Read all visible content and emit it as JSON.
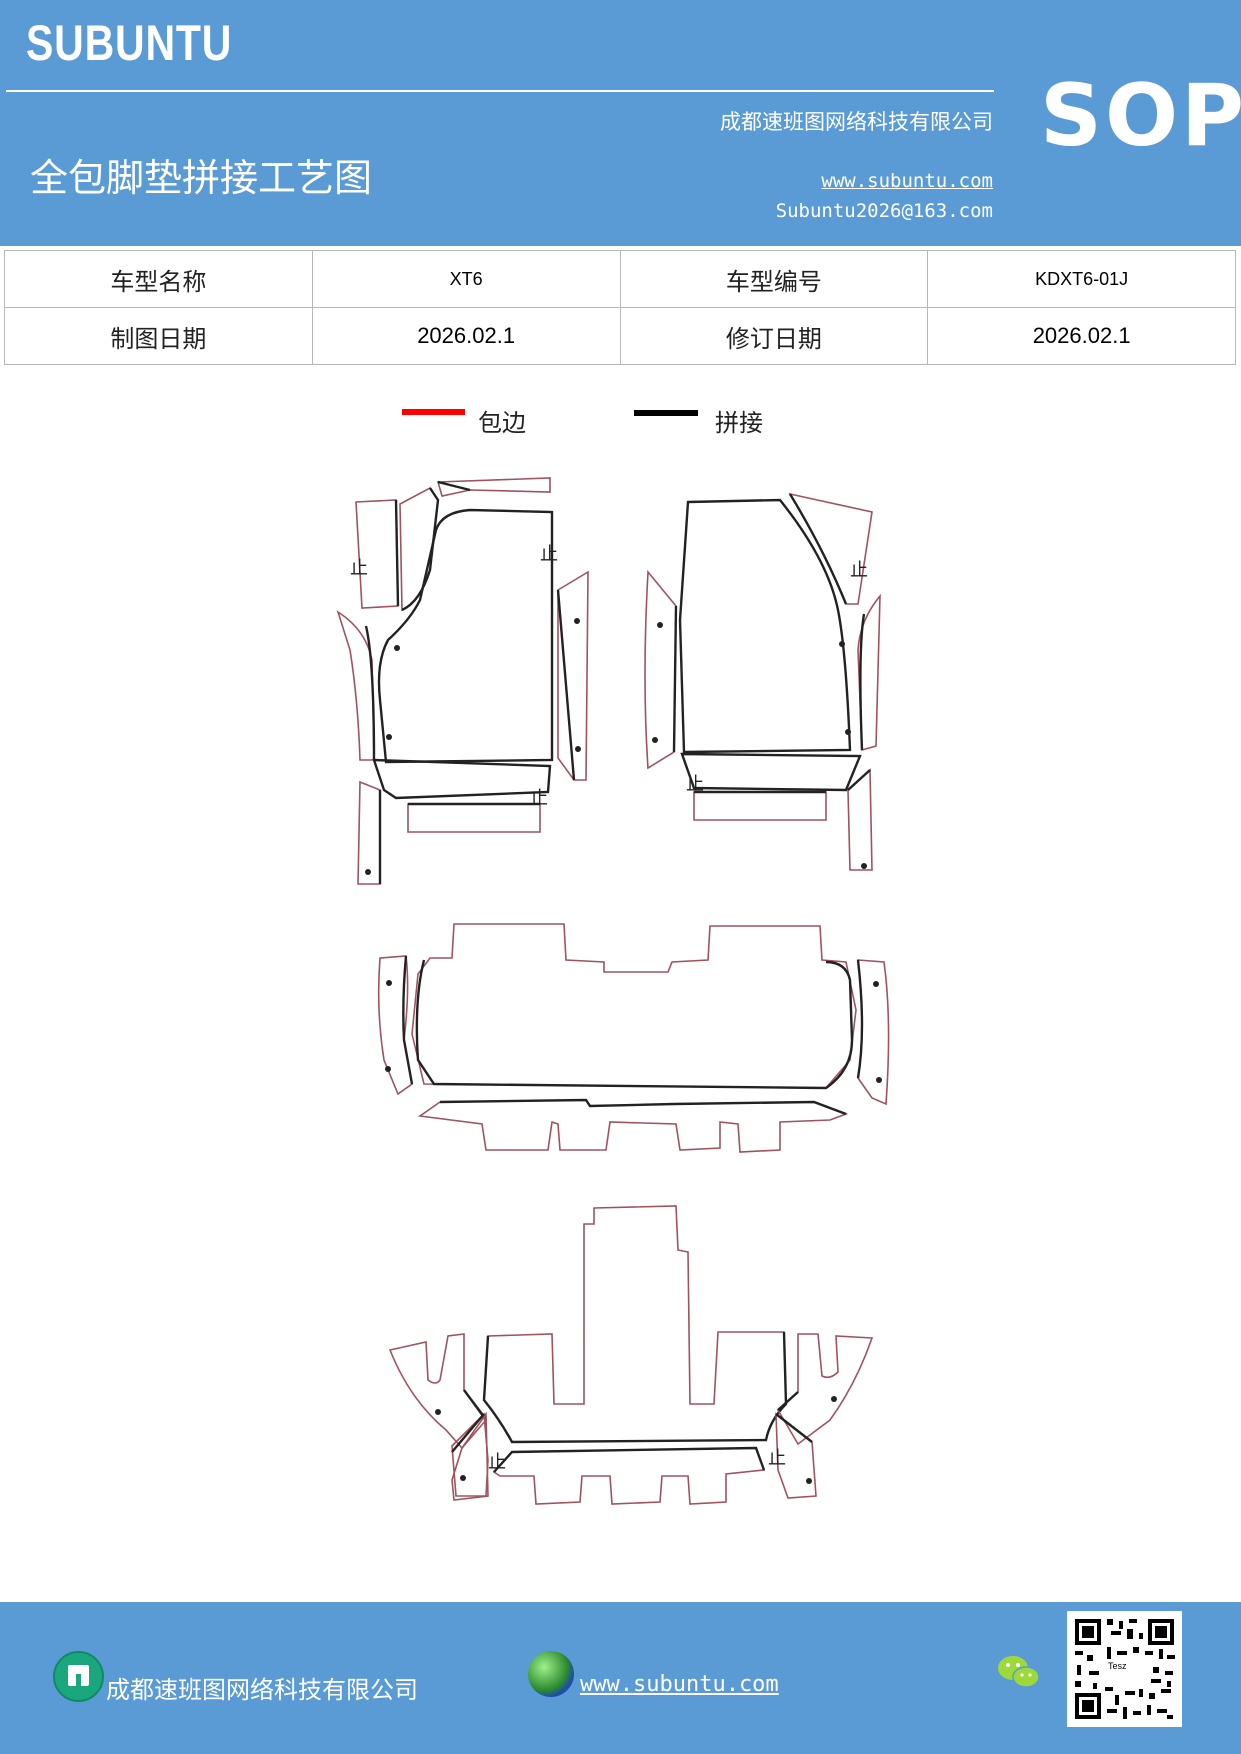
{
  "header": {
    "brand": "SUBUNTU",
    "sop": "SOP",
    "company": "成都速班图网络科技有限公司",
    "title": "全包脚垫拼接工艺图",
    "website": "www.subuntu.com",
    "email": "Subuntu2026@163.com"
  },
  "info_table": {
    "rows": [
      {
        "label1": "车型名称",
        "value1": "XT6",
        "label2": "车型编号",
        "value2": "KDXT6-01J"
      },
      {
        "label1": "制图日期",
        "value1": "2026.02.1",
        "label2": "修订日期",
        "value2": "2026.02.1"
      }
    ]
  },
  "legend": {
    "red_label": "包边",
    "red_color": "#ff0000",
    "black_label": "拼接",
    "black_color": "#000000"
  },
  "drawing": {
    "marker": "止",
    "outline_color": "#a0525f",
    "seam_color": "#222222"
  },
  "footer": {
    "company": "成都速班图网络科技有限公司",
    "website": "www.subuntu.com ",
    "qr_label": "Tesz",
    "icons": [
      "building-icon",
      "globe-icon",
      "wechat-icon",
      "qr-code"
    ]
  },
  "colors": {
    "header_bg": "#5b9bd5"
  }
}
